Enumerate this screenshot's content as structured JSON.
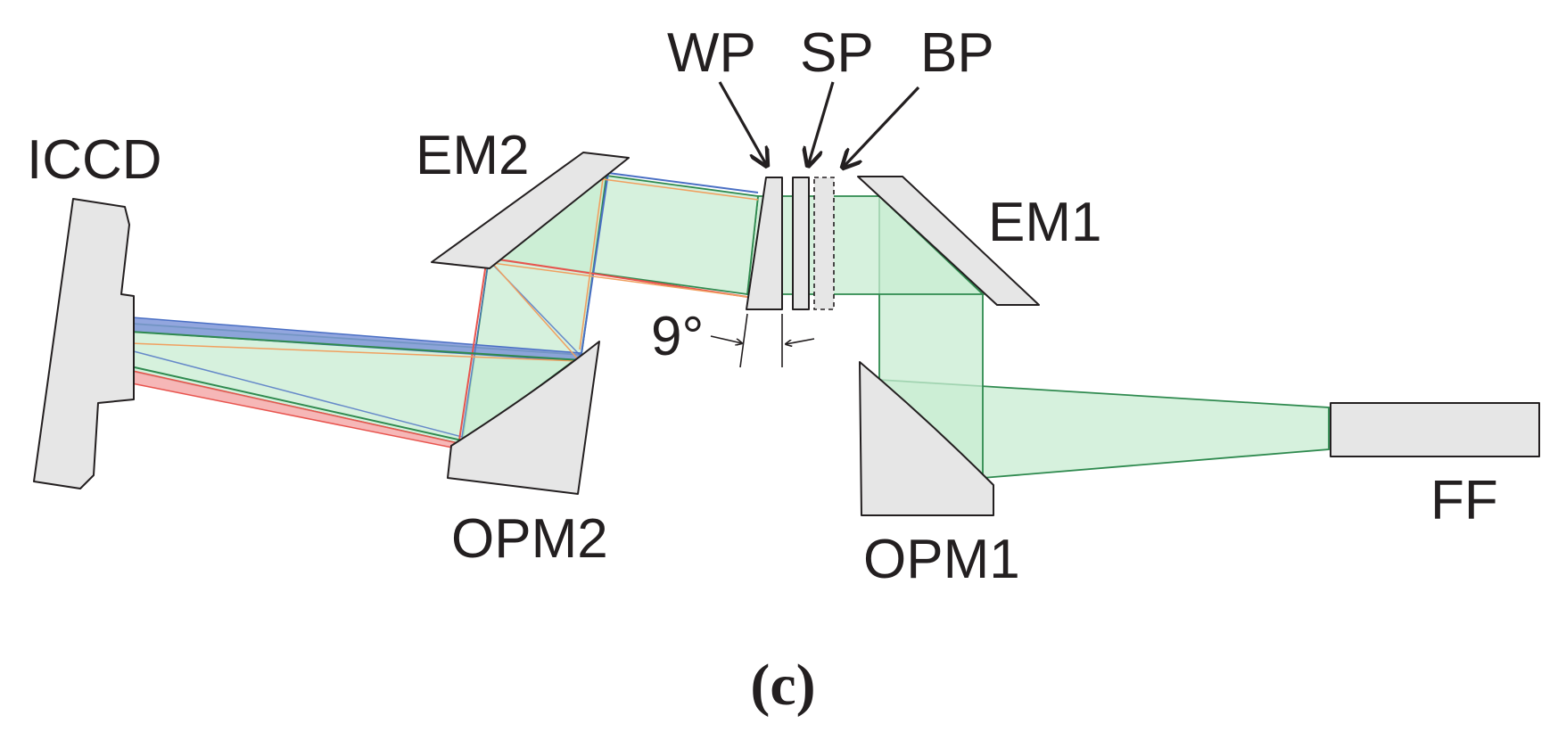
{
  "labels": {
    "wp": "WP",
    "sp": "SP",
    "bp": "BP",
    "em1": "EM1",
    "em2": "EM2",
    "opm1": "OPM1",
    "opm2": "OPM2",
    "iccd": "ICCD",
    "ff": "FF",
    "angle": "9°"
  },
  "caption": "(c)",
  "colors": {
    "component_fill": "#e6e6e6",
    "outline": "#231f20",
    "beam_green": "#2f8a4f",
    "beam_fill": "#c8ecd2",
    "ray_blue": "#4a6fc4",
    "ray_red": "#e8544e",
    "ray_orange": "#f0a060",
    "band_blue": "#7f97d8",
    "band_red": "#f4aaaa"
  }
}
